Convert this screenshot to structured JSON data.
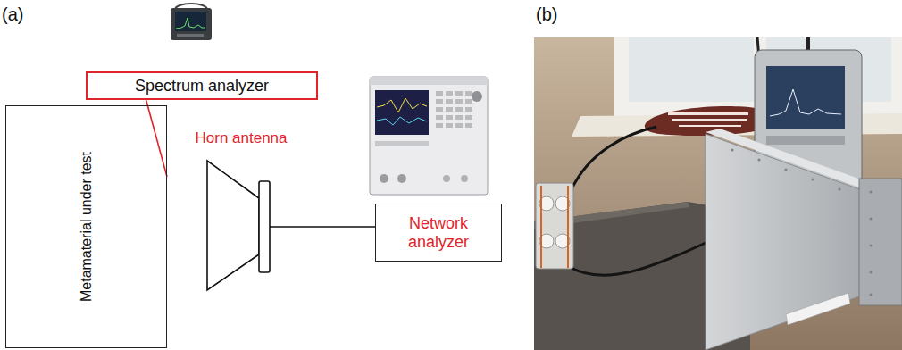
{
  "diagram": {
    "nodes": [
      {
        "text": [
          "Spectrum analyzer"
        ]
      },
      {
        "text": [
          "Metamaterial under test"
        ]
      },
      {
        "text": [
          "Horn antenna"
        ]
      },
      {
        "text": [
          "Network analyzer"
        ]
      }
    ],
    "edges": [
      {
        "from": 0,
        "to": 1,
        "arrow": "none"
      },
      {
        "from": 2,
        "to": 3,
        "arrow": "none"
      }
    ],
    "labels": [
      "(a)",
      "(b)"
    ]
  }
}
